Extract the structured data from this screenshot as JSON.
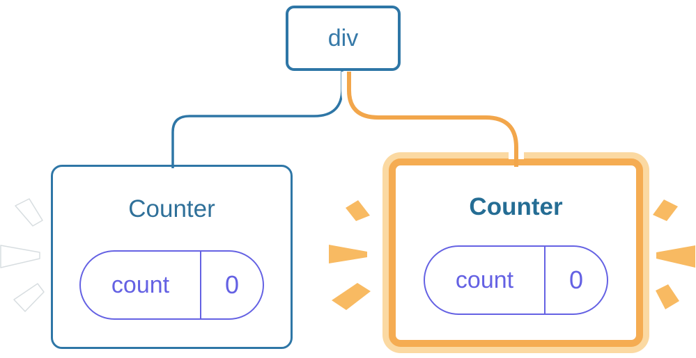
{
  "diagram": {
    "nodes": {
      "root": {
        "label": "div"
      },
      "left_counter": {
        "title": "Counter",
        "highlighted": false,
        "state": {
          "key": "count",
          "value": "0"
        }
      },
      "right_counter": {
        "title": "Counter",
        "highlighted": true,
        "state": {
          "key": "count",
          "value": "0"
        }
      }
    },
    "colors": {
      "node_border_blue": "#2E76A6",
      "node_text_blue": "#3679A8",
      "title_blue": "#2F7099",
      "title_blue_bold": "#256D94",
      "state_purple": "#6461E3",
      "highlight_orange": "#F5AC52",
      "highlight_orange_light": "#FBD9A2",
      "burst_orange": "#F8BA62",
      "burst_white": "#FFFFFF",
      "connector_casing": "#FFFFFF"
    }
  }
}
